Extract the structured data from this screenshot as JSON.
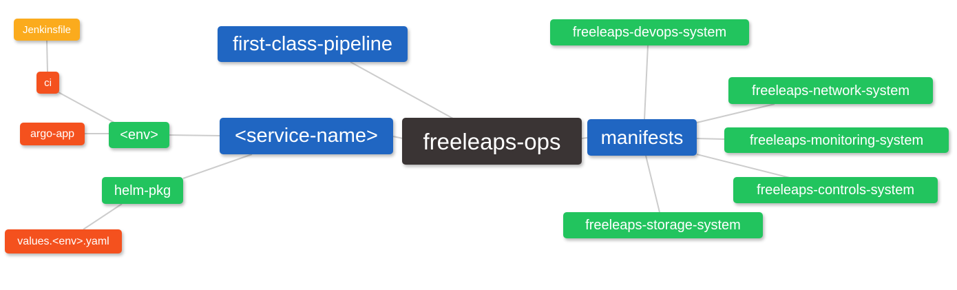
{
  "diagram": {
    "type": "mindmap",
    "root": "freeleaps-ops",
    "background": "#ffffff",
    "edge_color": "#cccccc",
    "text_color": "#ffffff",
    "palette": {
      "root_node": "#3a3434",
      "branch_node": "#2066c2",
      "system_node": "#22c45e",
      "file_node": "#f4511e",
      "jenkins_node": "#fbab1d"
    },
    "nodes": [
      {
        "id": "freeleaps-ops",
        "label": "freeleaps-ops",
        "role": "root",
        "color": "#3a3434"
      },
      {
        "id": "first-class-pipeline",
        "label": "first-class-pipeline",
        "role": "branch",
        "color": "#2066c2"
      },
      {
        "id": "service-name",
        "label": "<service-name>",
        "role": "branch",
        "color": "#2066c2"
      },
      {
        "id": "manifests",
        "label": "manifests",
        "role": "branch",
        "color": "#2066c2"
      },
      {
        "id": "env",
        "label": "<env>",
        "role": "child",
        "color": "#22c45e"
      },
      {
        "id": "helm-pkg",
        "label": "helm-pkg",
        "role": "child",
        "color": "#22c45e"
      },
      {
        "id": "ci",
        "label": "ci",
        "role": "leaf",
        "color": "#f4511e"
      },
      {
        "id": "argo-app",
        "label": "argo-app",
        "role": "leaf",
        "color": "#f4511e"
      },
      {
        "id": "jenkinsfile",
        "label": "Jenkinsfile",
        "role": "leaf",
        "color": "#fbab1d"
      },
      {
        "id": "values-env-yaml",
        "label": "values.<env>.yaml",
        "role": "leaf",
        "color": "#f4511e"
      },
      {
        "id": "freeleaps-devops-system",
        "label": "freeleaps-devops-system",
        "role": "child",
        "color": "#22c45e"
      },
      {
        "id": "freeleaps-network-system",
        "label": "freeleaps-network-system",
        "role": "child",
        "color": "#22c45e"
      },
      {
        "id": "freeleaps-monitoring-system",
        "label": "freeleaps-monitoring-system",
        "role": "child",
        "color": "#22c45e"
      },
      {
        "id": "freeleaps-controls-system",
        "label": "freeleaps-controls-system",
        "role": "child",
        "color": "#22c45e"
      },
      {
        "id": "freeleaps-storage-system",
        "label": "freeleaps-storage-system",
        "role": "child",
        "color": "#22c45e"
      }
    ],
    "edges": [
      {
        "from": "jenkinsfile",
        "to": "ci"
      },
      {
        "from": "ci",
        "to": "env"
      },
      {
        "from": "argo-app",
        "to": "env"
      },
      {
        "from": "env",
        "to": "service-name"
      },
      {
        "from": "helm-pkg",
        "to": "service-name"
      },
      {
        "from": "values-env-yaml",
        "to": "helm-pkg"
      },
      {
        "from": "first-class-pipeline",
        "to": "freeleaps-ops"
      },
      {
        "from": "service-name",
        "to": "freeleaps-ops"
      },
      {
        "from": "freeleaps-ops",
        "to": "manifests"
      },
      {
        "from": "manifests",
        "to": "freeleaps-devops-system"
      },
      {
        "from": "manifests",
        "to": "freeleaps-network-system"
      },
      {
        "from": "manifests",
        "to": "freeleaps-monitoring-system"
      },
      {
        "from": "manifests",
        "to": "freeleaps-controls-system"
      },
      {
        "from": "manifests",
        "to": "freeleaps-storage-system"
      }
    ]
  }
}
